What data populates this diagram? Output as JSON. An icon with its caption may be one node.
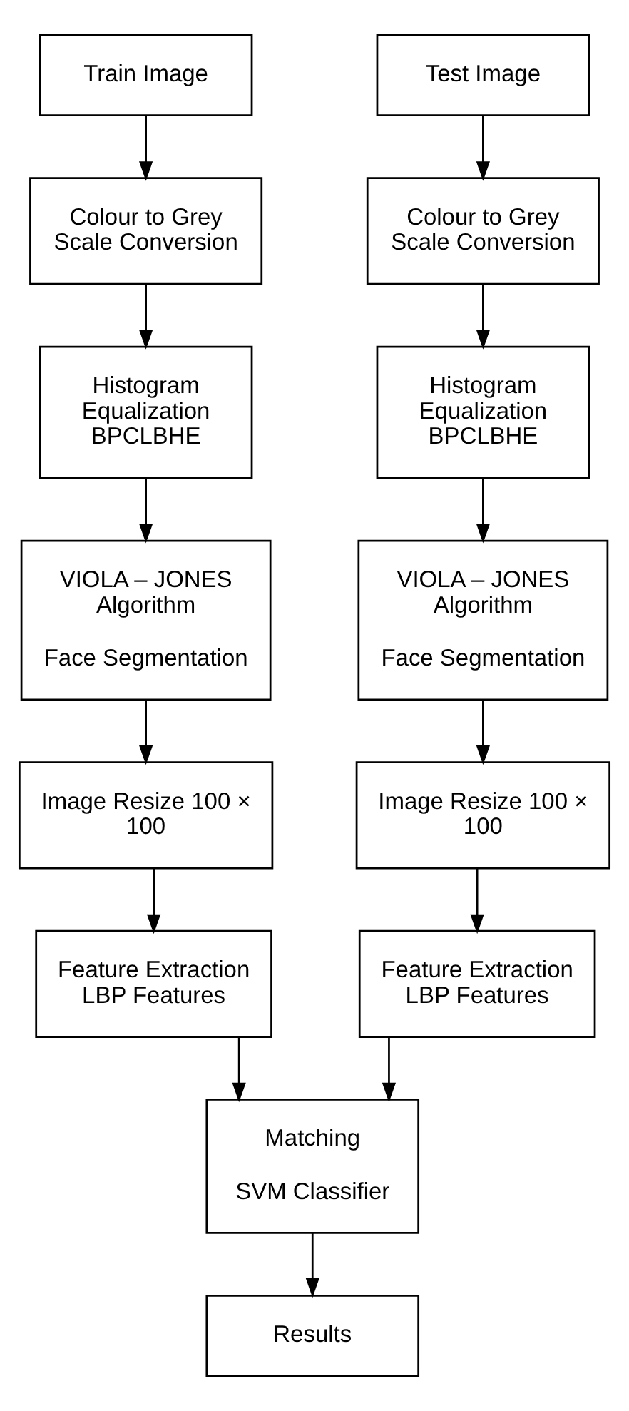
{
  "diagram": {
    "nodes": [
      {
        "text": [
          "Train Image"
        ]
      },
      {
        "text": [
          "Test Image"
        ]
      },
      {
        "text": [
          "Colour to Grey Scale Conversion"
        ]
      },
      {
        "text": [
          "Colour to Grey Scale Conversion"
        ]
      },
      {
        "text": [
          "Histogram Equalization BPCLBHE"
        ]
      },
      {
        "text": [
          "Histogram Equalization BPCLBHE"
        ]
      },
      {
        "text": [
          "VIOLA – JONES Algorithm",
          "Face Segmentation"
        ]
      },
      {
        "text": [
          "VIOLA – JONES Algorithm",
          "Face Segmentation"
        ]
      },
      {
        "text": [
          "Image Resize 100 × 100"
        ]
      },
      {
        "text": [
          "Image Resize 100 × 100"
        ]
      },
      {
        "text": [
          "Feature Extraction LBP Features"
        ]
      },
      {
        "text": [
          "Feature Extraction LBP Features"
        ]
      },
      {
        "text": [
          "Matching",
          "SVM Classifier"
        ]
      },
      {
        "text": [
          "Results"
        ]
      }
    ],
    "edges": [
      {
        "from": 0,
        "to": 2,
        "arrow": "to"
      },
      {
        "from": 2,
        "to": 4,
        "arrow": "to"
      },
      {
        "from": 4,
        "to": 6,
        "arrow": "to"
      },
      {
        "from": 6,
        "to": 8,
        "arrow": "to"
      },
      {
        "from": 8,
        "to": 10,
        "arrow": "to"
      },
      {
        "from": 1,
        "to": 3,
        "arrow": "to"
      },
      {
        "from": 3,
        "to": 5,
        "arrow": "to"
      },
      {
        "from": 5,
        "to": 7,
        "arrow": "to"
      },
      {
        "from": 7,
        "to": 9,
        "arrow": "to"
      },
      {
        "from": 9,
        "to": 11,
        "arrow": "to"
      },
      {
        "from": 10,
        "to": 12,
        "arrow": "to"
      },
      {
        "from": 11,
        "to": 12,
        "arrow": "to"
      },
      {
        "from": 12,
        "to": 13,
        "arrow": "to"
      }
    ]
  }
}
